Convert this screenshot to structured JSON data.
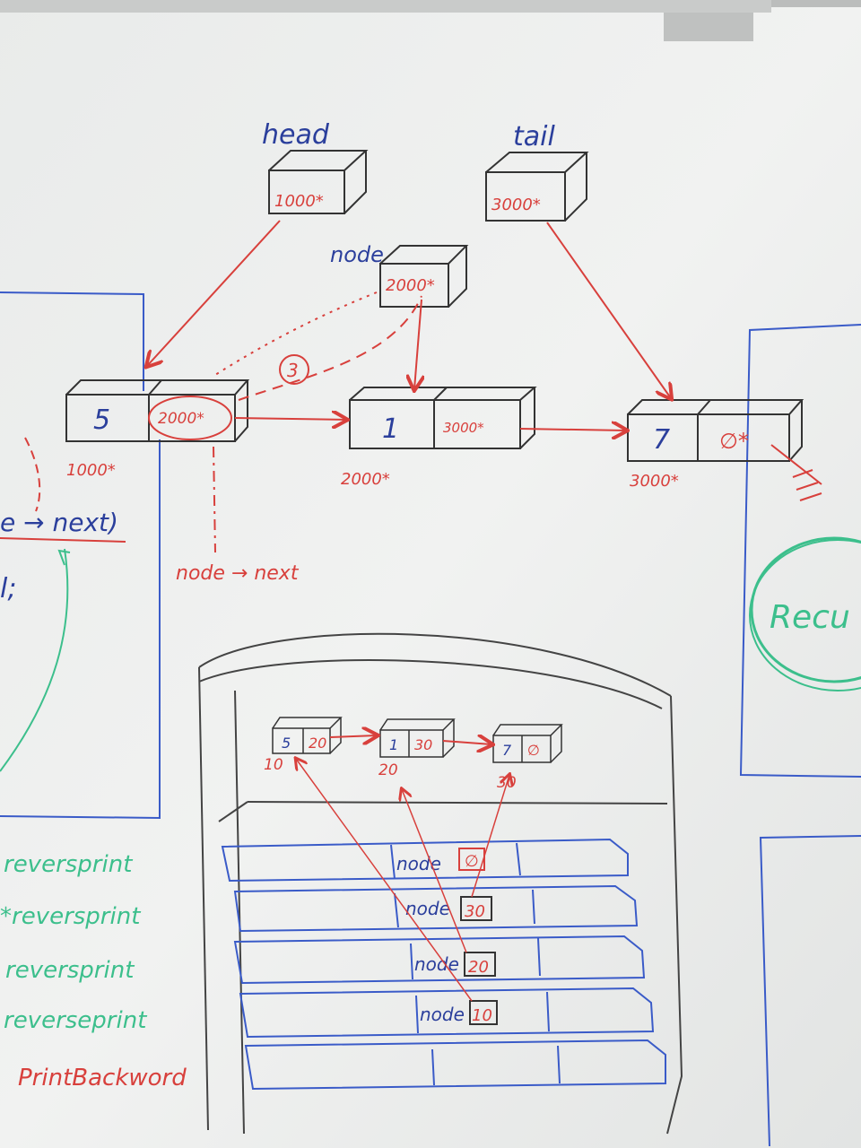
{
  "top_list": {
    "head_label": "head",
    "head_value": "1000*",
    "tail_label": "tail",
    "tail_value": "3000*",
    "node_label": "node",
    "node_value": "2000*",
    "step_marker": "3",
    "node_next_label": "node → next",
    "nodes": [
      {
        "data": "5",
        "next": "2000*",
        "address": "1000*"
      },
      {
        "data": "1",
        "next": "3000*",
        "address": "2000*"
      },
      {
        "data": "7",
        "next": "∅*",
        "address": "3000*"
      }
    ]
  },
  "left_panel": {
    "code_fragment": "e → next)",
    "code_fragment2": "l;"
  },
  "call_stack": [
    {
      "label": "reversprint",
      "color": "#3cbf8c"
    },
    {
      "label": "*reversprint",
      "color": "#3cbf8c"
    },
    {
      "label": "reversprint",
      "color": "#3cbf8c"
    },
    {
      "label": "reverseprint",
      "color": "#3cbf8c"
    },
    {
      "label": "PrintBackword",
      "color": "#d8403c"
    }
  ],
  "right_panel": {
    "bubble_text": "Recu"
  },
  "bottom_diagram": {
    "heap_nodes": [
      {
        "data": "5",
        "next": "20",
        "address": "10"
      },
      {
        "data": "1",
        "next": "30",
        "address": "20"
      },
      {
        "data": "7",
        "next": "∅",
        "address": "30"
      }
    ],
    "stack_frames": [
      {
        "label": "node",
        "value": "∅"
      },
      {
        "label": "node",
        "value": "30"
      },
      {
        "label": "node",
        "value": "20"
      },
      {
        "label": "node",
        "value": "10"
      }
    ]
  },
  "colors": {
    "board": "#eef0ef",
    "marker_red": "#d8403c",
    "marker_blue": "#2b3f9c",
    "marker_green": "#3cbf8c",
    "marker_black": "#333333"
  }
}
